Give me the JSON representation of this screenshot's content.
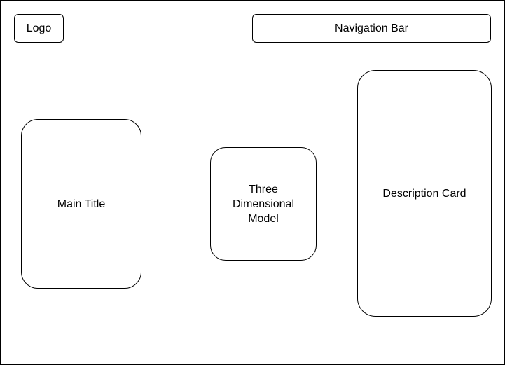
{
  "header": {
    "logo_label": "Logo",
    "nav_label": "Navigation Bar"
  },
  "main": {
    "title_label": "Main Title",
    "model_label": "Three\nDimensional\nModel",
    "description_label": "Description Card"
  },
  "colors": {
    "stroke": "#000000",
    "fill": "#ffffff"
  }
}
